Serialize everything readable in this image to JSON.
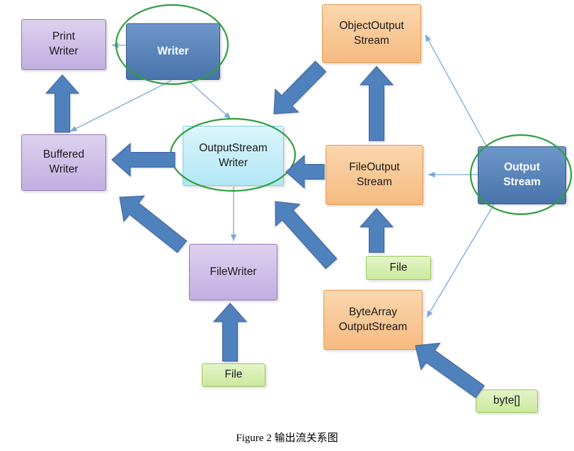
{
  "diagram": {
    "caption": "Figure 2 输出流关系图",
    "nodes": {
      "print_writer": {
        "label": "Print\nWriter"
      },
      "writer": {
        "label": "Writer"
      },
      "object_output_stream": {
        "label": "ObjectOutput\nStream"
      },
      "buffered_writer": {
        "label": "Buffered\nWriter"
      },
      "output_stream_writer": {
        "label": "OutputStream\nWriter"
      },
      "file_output_stream": {
        "label": "FileOutput\nStream"
      },
      "output_stream": {
        "label": "Output\nStream"
      },
      "file_writer": {
        "label": "FileWriter"
      },
      "file_right": {
        "label": "File"
      },
      "byte_array_output_stream": {
        "label": "ByteArray\nOutputStream"
      },
      "file_bottom": {
        "label": "File"
      },
      "byte_array": {
        "label": "byte[]"
      }
    },
    "colors": {
      "purple": {
        "light": "#ddd1ee",
        "dark": "#c2aee1",
        "border": "#9676bd"
      },
      "blue": {
        "light": "#6d97ca",
        "dark": "#4974ab",
        "border": "#38598b"
      },
      "orange": {
        "light": "#fbd7ae",
        "dark": "#f5ba80",
        "border": "#e59b51"
      },
      "cyan": {
        "light": "#dbf5fc",
        "dark": "#b2e7f6",
        "border": "#7fcee6"
      },
      "green": {
        "light": "#e4f4c9",
        "dark": "#cbe99d",
        "border": "#98c85f"
      },
      "ellipse": "#2f9e3f",
      "arrow_fill": "#4f81bd",
      "arrow_stroke": "#3c649b",
      "connector": "#7da7d8"
    }
  }
}
